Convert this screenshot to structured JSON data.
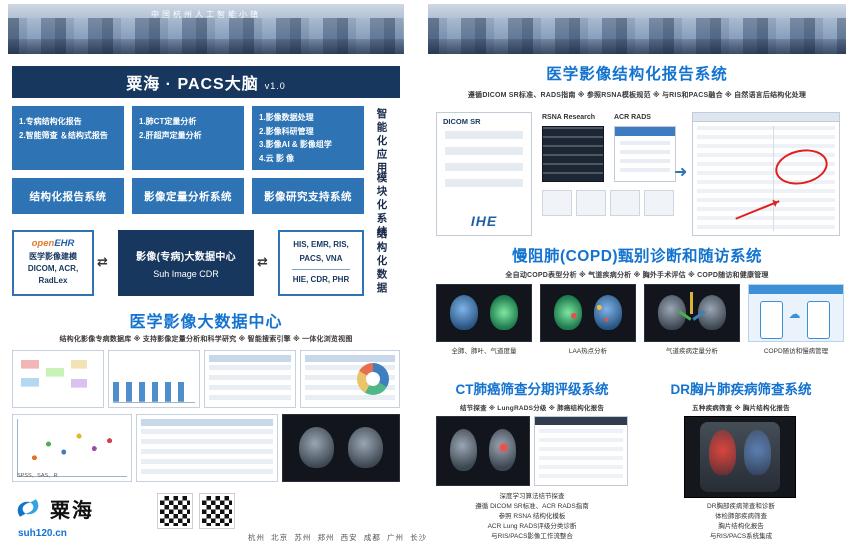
{
  "colors": {
    "box_blue": "#2e74b5",
    "navy": "#17375e",
    "title_blue": "#1373cf",
    "annotation_red": "#e02020"
  },
  "icons": {
    "exchange_arrow": "⇄",
    "flow_arrow": "➜",
    "cloud": "☁"
  },
  "banner": {
    "caption": "中国杭州人工智能小镇"
  },
  "left_page": {
    "header": {
      "title": "粟海 · PACS大脑",
      "version": "v1.0"
    },
    "app_boxes": [
      {
        "lines": [
          "1.专病结构化报告",
          "2.智能筛查 ＆结构式报告"
        ]
      },
      {
        "lines": [
          "1.肺CT定量分析",
          "2.肝超声定量分析"
        ]
      },
      {
        "lines": [
          "1.影像数据处理",
          "2.影像科研管理",
          "3.影像AI & 影像组学",
          "4.云 影 像"
        ]
      }
    ],
    "side_labels": [
      "智能化应用",
      "模块化系统",
      "结构化数据"
    ],
    "system_boxes": [
      "结构化报告系统",
      "影像定量分析系统",
      "影像研究支持系统"
    ],
    "data_center": {
      "left_box": {
        "brand_open": "open",
        "brand_ehr": "EHR",
        "line1": "医学影像建模",
        "line2": "DICOM, ACR,",
        "line3": "RadLex"
      },
      "center_box": {
        "title": "影像(专病)大数据中心",
        "subtitle": "Suh Image CDR"
      },
      "right_box": {
        "group1_line1": "HIS, EMR, RIS,",
        "group1_line2": "PACS, VNA",
        "group2": "HIE, CDR, PHR"
      }
    },
    "big_data": {
      "title": "医学影像大数据中心",
      "features": "结构化影像专病数据库 ※ 支持影像定量分析和科学研究 ※ 智能搜索引擎 ※ 一体化浏览视图",
      "collage_caption": "SPSS、SAS、R"
    },
    "footer": {
      "brand": "粟海",
      "url": "suh120.cn",
      "cities": "杭州  北京  苏州  郑州  西安  成都  广州  长沙"
    }
  },
  "right_page": {
    "structured_report": {
      "title": "医学影像结构化报告系统",
      "features": "遵循DICOM SR标准、RADS指南 ※ 参照RSNA模板规范 ※ 与RIS和PACS融合 ※ 自然语言后结构化处理",
      "labels": {
        "dicom_sr": "DICOM SR",
        "ihe": "IHE",
        "rsna": "RSNA Research",
        "acr": "ACR RADS"
      }
    },
    "copd": {
      "title": "慢阻肺(COPD)甄别诊断和随访系统",
      "features": "全自动COPD表型分析 ※ 气道疾病分析 ※ 胸外手术评估 ※ COPD随访和健康管理",
      "thumbs": [
        {
          "caption": "全肺、肺叶、气道度量"
        },
        {
          "caption": "LAA热点分析"
        },
        {
          "caption": "气道疾病定量分析"
        },
        {
          "caption": "COPD随访和慢病管理"
        }
      ]
    },
    "ct_screening": {
      "title": "CT肺癌筛查分期评级系统",
      "features": "结节探查 ※ LungRADS分级 ※ 肺癌结构化报告",
      "lines": [
        "深度学习算法结节探查",
        "遵循 DICOM SR标准、ACR RADS指南",
        "参照 RSNA 结构化模板",
        "ACR Lung RADS评级分类诊断",
        "与RIS/PACS影像工作流整合"
      ]
    },
    "dr_screening": {
      "title": "DR胸片肺疾病筛查系统",
      "features": "五种疾病筛查 ※ 胸片结构化报告",
      "lines": [
        "DR胸部疾病筛查和诊断",
        "体检肺部疾病筛查",
        "胸片结构化报告",
        "与RIS/PACS系统集成"
      ]
    }
  }
}
